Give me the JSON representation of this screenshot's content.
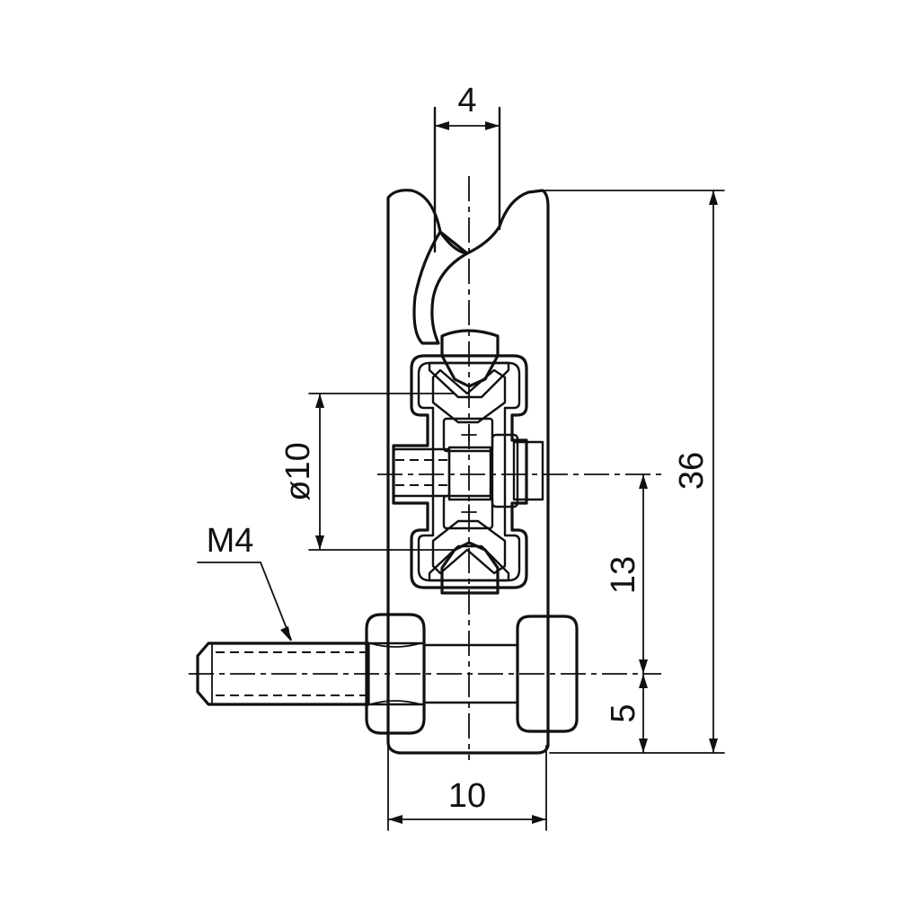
{
  "drawing": {
    "dimensions": {
      "groove_width": "4",
      "overall_height": "36",
      "bearing_diameter": "ø10",
      "axle_height": "13",
      "bolt_height": "5",
      "body_width": "10",
      "thread": "M4"
    },
    "colors": {
      "line": "#111111",
      "hatch_dot": "#444444",
      "background": "#ffffff"
    }
  }
}
